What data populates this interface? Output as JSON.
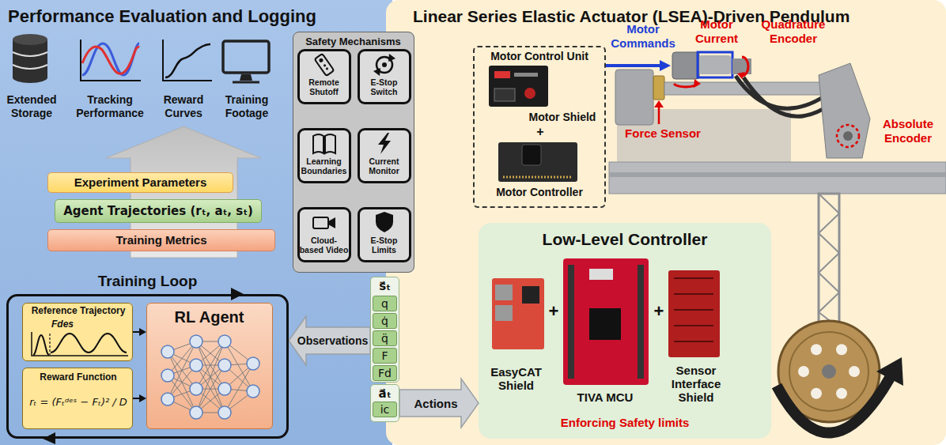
{
  "diagram": {
    "nodes": [
      {
        "text": [
          "Performance Evaluation and Logging"
        ]
      },
      {
        "text": [
          "Experiment Parameters"
        ],
        "in": 0
      },
      {
        "text": [
          "Agent Trajectories (rₜ, aₜ, sₜ)"
        ],
        "in": 0
      },
      {
        "text": [
          "Training Metrics"
        ],
        "in": 0
      },
      {
        "text": [
          "Training Loop"
        ],
        "in": 0
      },
      {
        "text": [
          "Reference Trajectory",
          "Fdes"
        ],
        "in": 4
      },
      {
        "text": [
          "Reward Function",
          "rₜ = (Fₜᵈᵉˢ − Fₜ)² / D"
        ],
        "in": 4
      },
      {
        "text": [
          "RL Agent"
        ],
        "in": 4
      },
      {
        "text": [
          "Safety Mechanisms"
        ]
      },
      {
        "text": [
          "Remote Shutoff"
        ],
        "in": 8
      },
      {
        "text": [
          "E-Stop Switch"
        ],
        "in": 8
      },
      {
        "text": [
          "Learning Boundaries"
        ],
        "in": 8
      },
      {
        "text": [
          "Current Monitor"
        ],
        "in": 8
      },
      {
        "text": [
          "Cloud-based Video"
        ],
        "in": 8
      },
      {
        "text": [
          "E-Stop Limits"
        ],
        "in": 8
      },
      {
        "text": [
          "Linear Series Elastic Actuator (LSEA)-Driven Pendulum"
        ]
      },
      {
        "text": [
          "Motor Control Unit",
          "Motor Shield",
          "+",
          "Motor Controller"
        ],
        "in": 15
      },
      {
        "text": [
          "Low-Level Controller",
          "EasyCAT Shield",
          "+",
          "TIVA MCU",
          "+",
          "Sensor Interface Shield",
          "Enforcing Safety limits"
        ],
        "in": 15
      },
      {
        "text": [
          "s⃗ₜ"
        ]
      },
      {
        "text": [
          "q"
        ],
        "in": 18
      },
      {
        "text": [
          "q̇"
        ],
        "in": 18
      },
      {
        "text": [
          "q̈"
        ],
        "in": 18
      },
      {
        "text": [
          "F"
        ],
        "in": 18
      },
      {
        "text": [
          "Fd"
        ],
        "in": 18
      },
      {
        "text": [
          "a⃗ₜ"
        ]
      },
      {
        "text": [
          "ic"
        ],
        "in": 24
      }
    ],
    "edges": [
      {
        "from": 5,
        "to": 7,
        "arrow": "to"
      },
      {
        "from": 6,
        "to": 7,
        "arrow": "to"
      },
      {
        "from": 18,
        "to": 4,
        "label": "Observations",
        "arrow": "to"
      },
      {
        "from": 24,
        "to": 17,
        "label": "Actions",
        "arrow": "to"
      }
    ],
    "labels": [
      "Extended Storage",
      "Tracking Performance",
      "Reward Curves",
      "Training Footage",
      "Motor Commands",
      "Motor Current",
      "Quadrature Encoder",
      "Force Sensor",
      "Absolute Encoder"
    ]
  }
}
